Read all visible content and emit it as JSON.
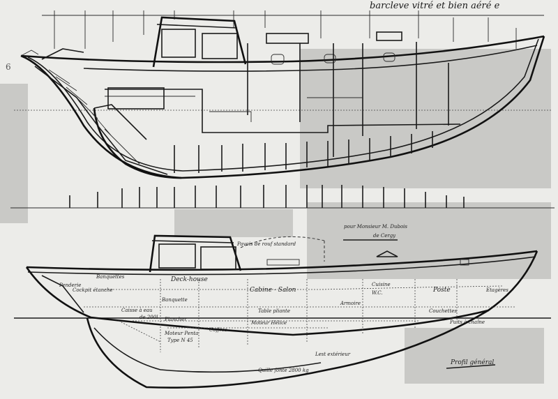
{
  "page": {
    "corner_text": "barcleve vitré et bien aéré e",
    "margin_note": "6"
  },
  "profile": {
    "title_block": {
      "line1": "pour Monsieur M. Dubois",
      "line2": "de Cergy"
    },
    "caption": "Profil général",
    "labels": {
      "roof_note": "Pavois de rouf standard",
      "deck_house": "Deck-house",
      "cabin_salon": "Cabine - Salon",
      "poste": "Poste",
      "bannettes": "Banquettes",
      "cockpit": "Cockpit étanche",
      "moteur_helice": "Moteur Hélice",
      "caisse_eau": "Caisse à eau",
      "caisse_eau_vol": "de 200l",
      "banquette": "Banquette",
      "cuisine": "Cuisine",
      "armoire": "Armoire",
      "wc": "W.C.",
      "couchettes": "Couchettes",
      "plancher": "Plancher",
      "table_pliante": "Table pliante",
      "moteur": "Moteur Penta",
      "moteur_type": "Type N 45",
      "coffres": "Coffres",
      "puits_chaine": "Puits à chaîne",
      "lest": "Lest extérieur",
      "lest_poids": "Quille fonte 2800 kg",
      "etagere": "Etagères",
      "penderie": "Penderie"
    }
  }
}
